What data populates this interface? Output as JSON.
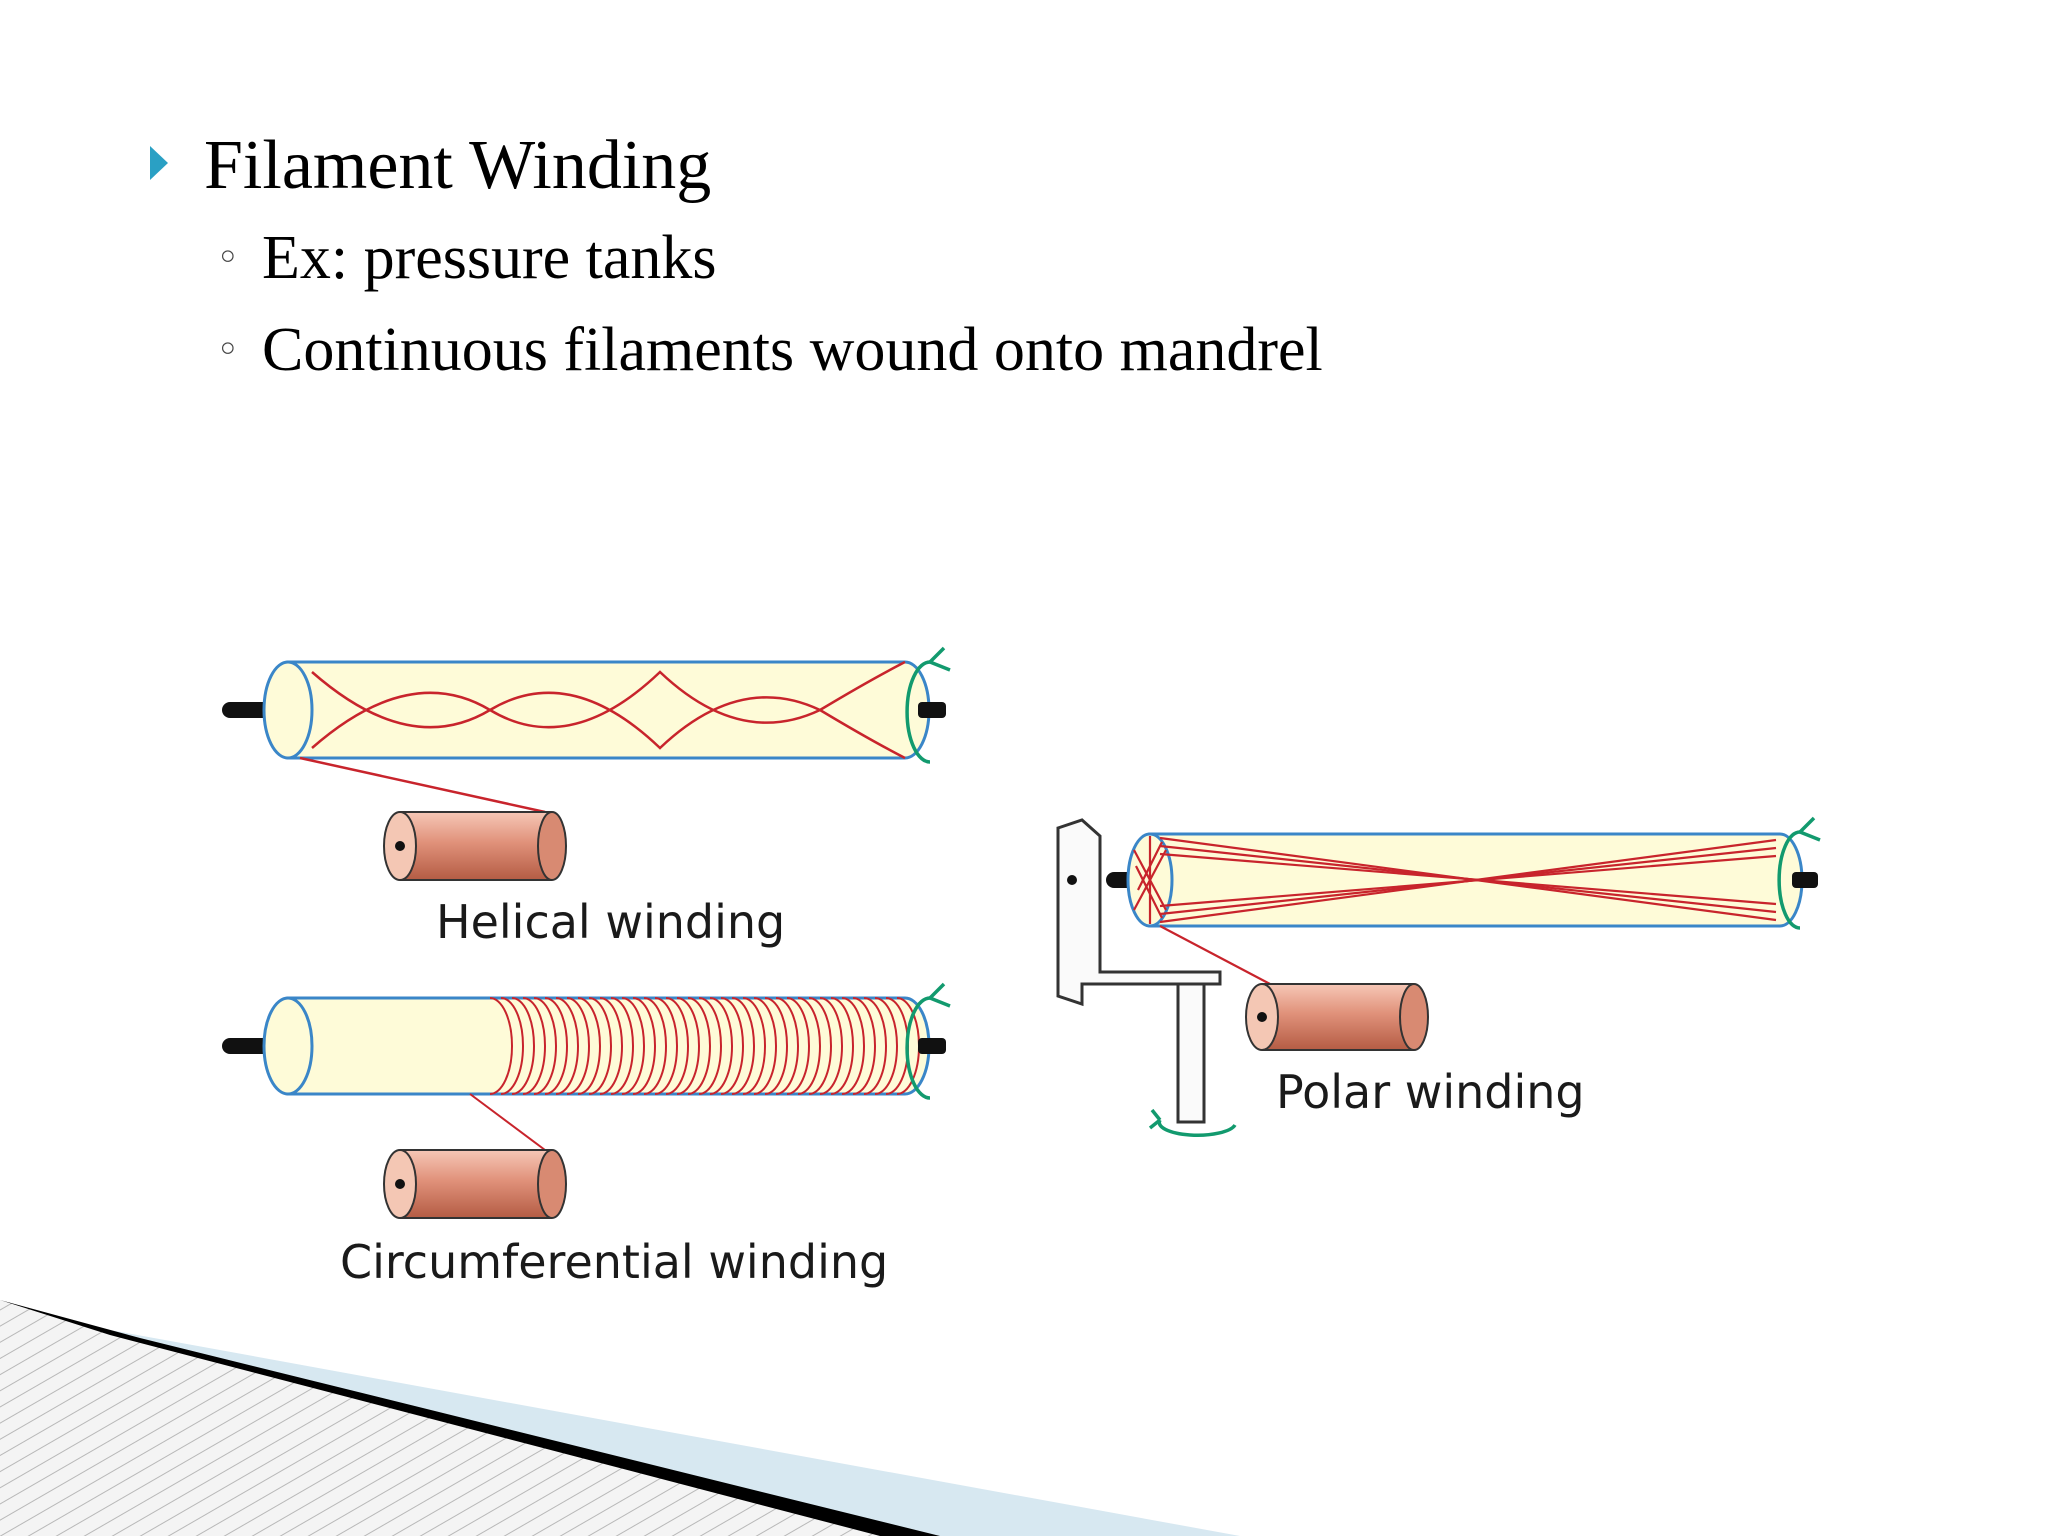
{
  "slide": {
    "bullet_main": "Filament Winding",
    "sub_bullets": [
      "Ex:  pressure tanks",
      "Continuous filaments wound onto mandrel"
    ]
  },
  "figure": {
    "helical_label": "Helical winding",
    "circumferential_label": "Circumferential winding",
    "polar_label": "Polar winding"
  },
  "colors": {
    "mandrel_fill": "#fefbd8",
    "mandrel_outline": "#3a86c8",
    "fiber": "#c8242c",
    "spool": "#e0917a",
    "rotation_arrow": "#129a6e",
    "bullet_marker": "#2aa0c4"
  },
  "icons": {
    "main_bullet": "triangle-right-icon",
    "sub_bullet": "hollow-circle-icon"
  }
}
